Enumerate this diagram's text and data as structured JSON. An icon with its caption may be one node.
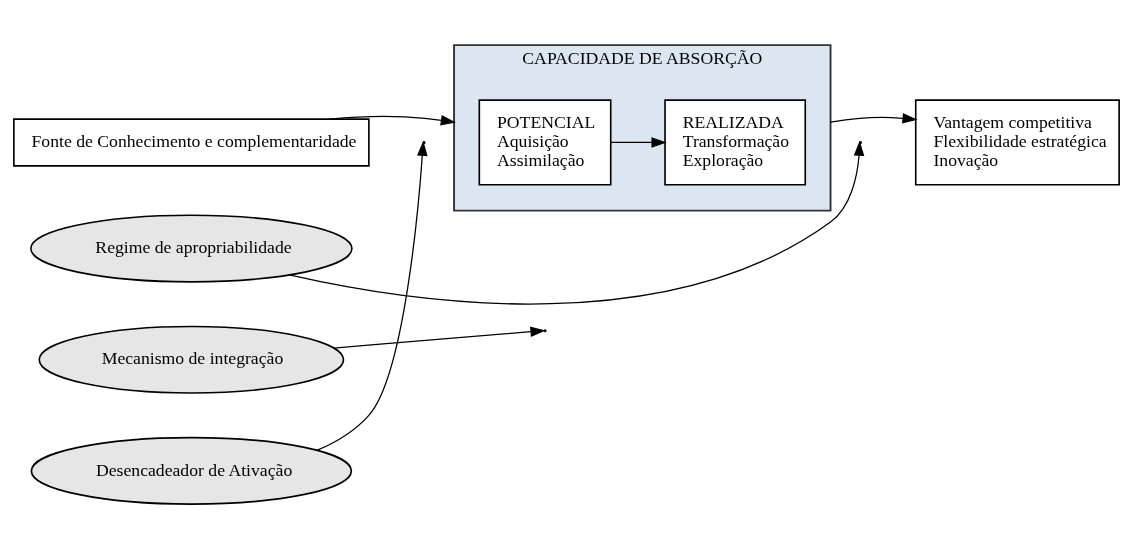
{
  "diagram": {
    "nodes": [
      {
        "text": [
          "Fonte de Conhecimento e complementaridade"
        ]
      },
      {
        "text": [
          "CAPACIDADE DE ABSORÇÃO"
        ]
      },
      {
        "text": [
          "POTENCIAL",
          "Aquisição",
          "Assimilação"
        ],
        "in": 1
      },
      {
        "text": [
          "REALIZADA",
          "Transformação",
          "Exploração"
        ],
        "in": 1
      },
      {
        "text": [
          "Vantagem competitiva",
          "Flexibilidade estratégica",
          "Inovação"
        ]
      },
      {
        "text": [
          "Desencadeador de Ativação"
        ]
      },
      {
        "text": [
          "Mecanismo de integração"
        ]
      },
      {
        "text": [
          "Regime de apropriabilidade"
        ]
      }
    ],
    "edges": [
      {
        "from": 0,
        "to": 1,
        "arrow": "to"
      },
      {
        "from": 2,
        "to": 3,
        "arrow": "to"
      },
      {
        "from": 1,
        "to": 4,
        "arrow": "to"
      },
      {
        "from": 5,
        "to": null,
        "arrow": "to"
      },
      {
        "from": 6,
        "to": null,
        "arrow": "to"
      },
      {
        "from": 7,
        "to": null,
        "arrow": "to"
      }
    ]
  }
}
